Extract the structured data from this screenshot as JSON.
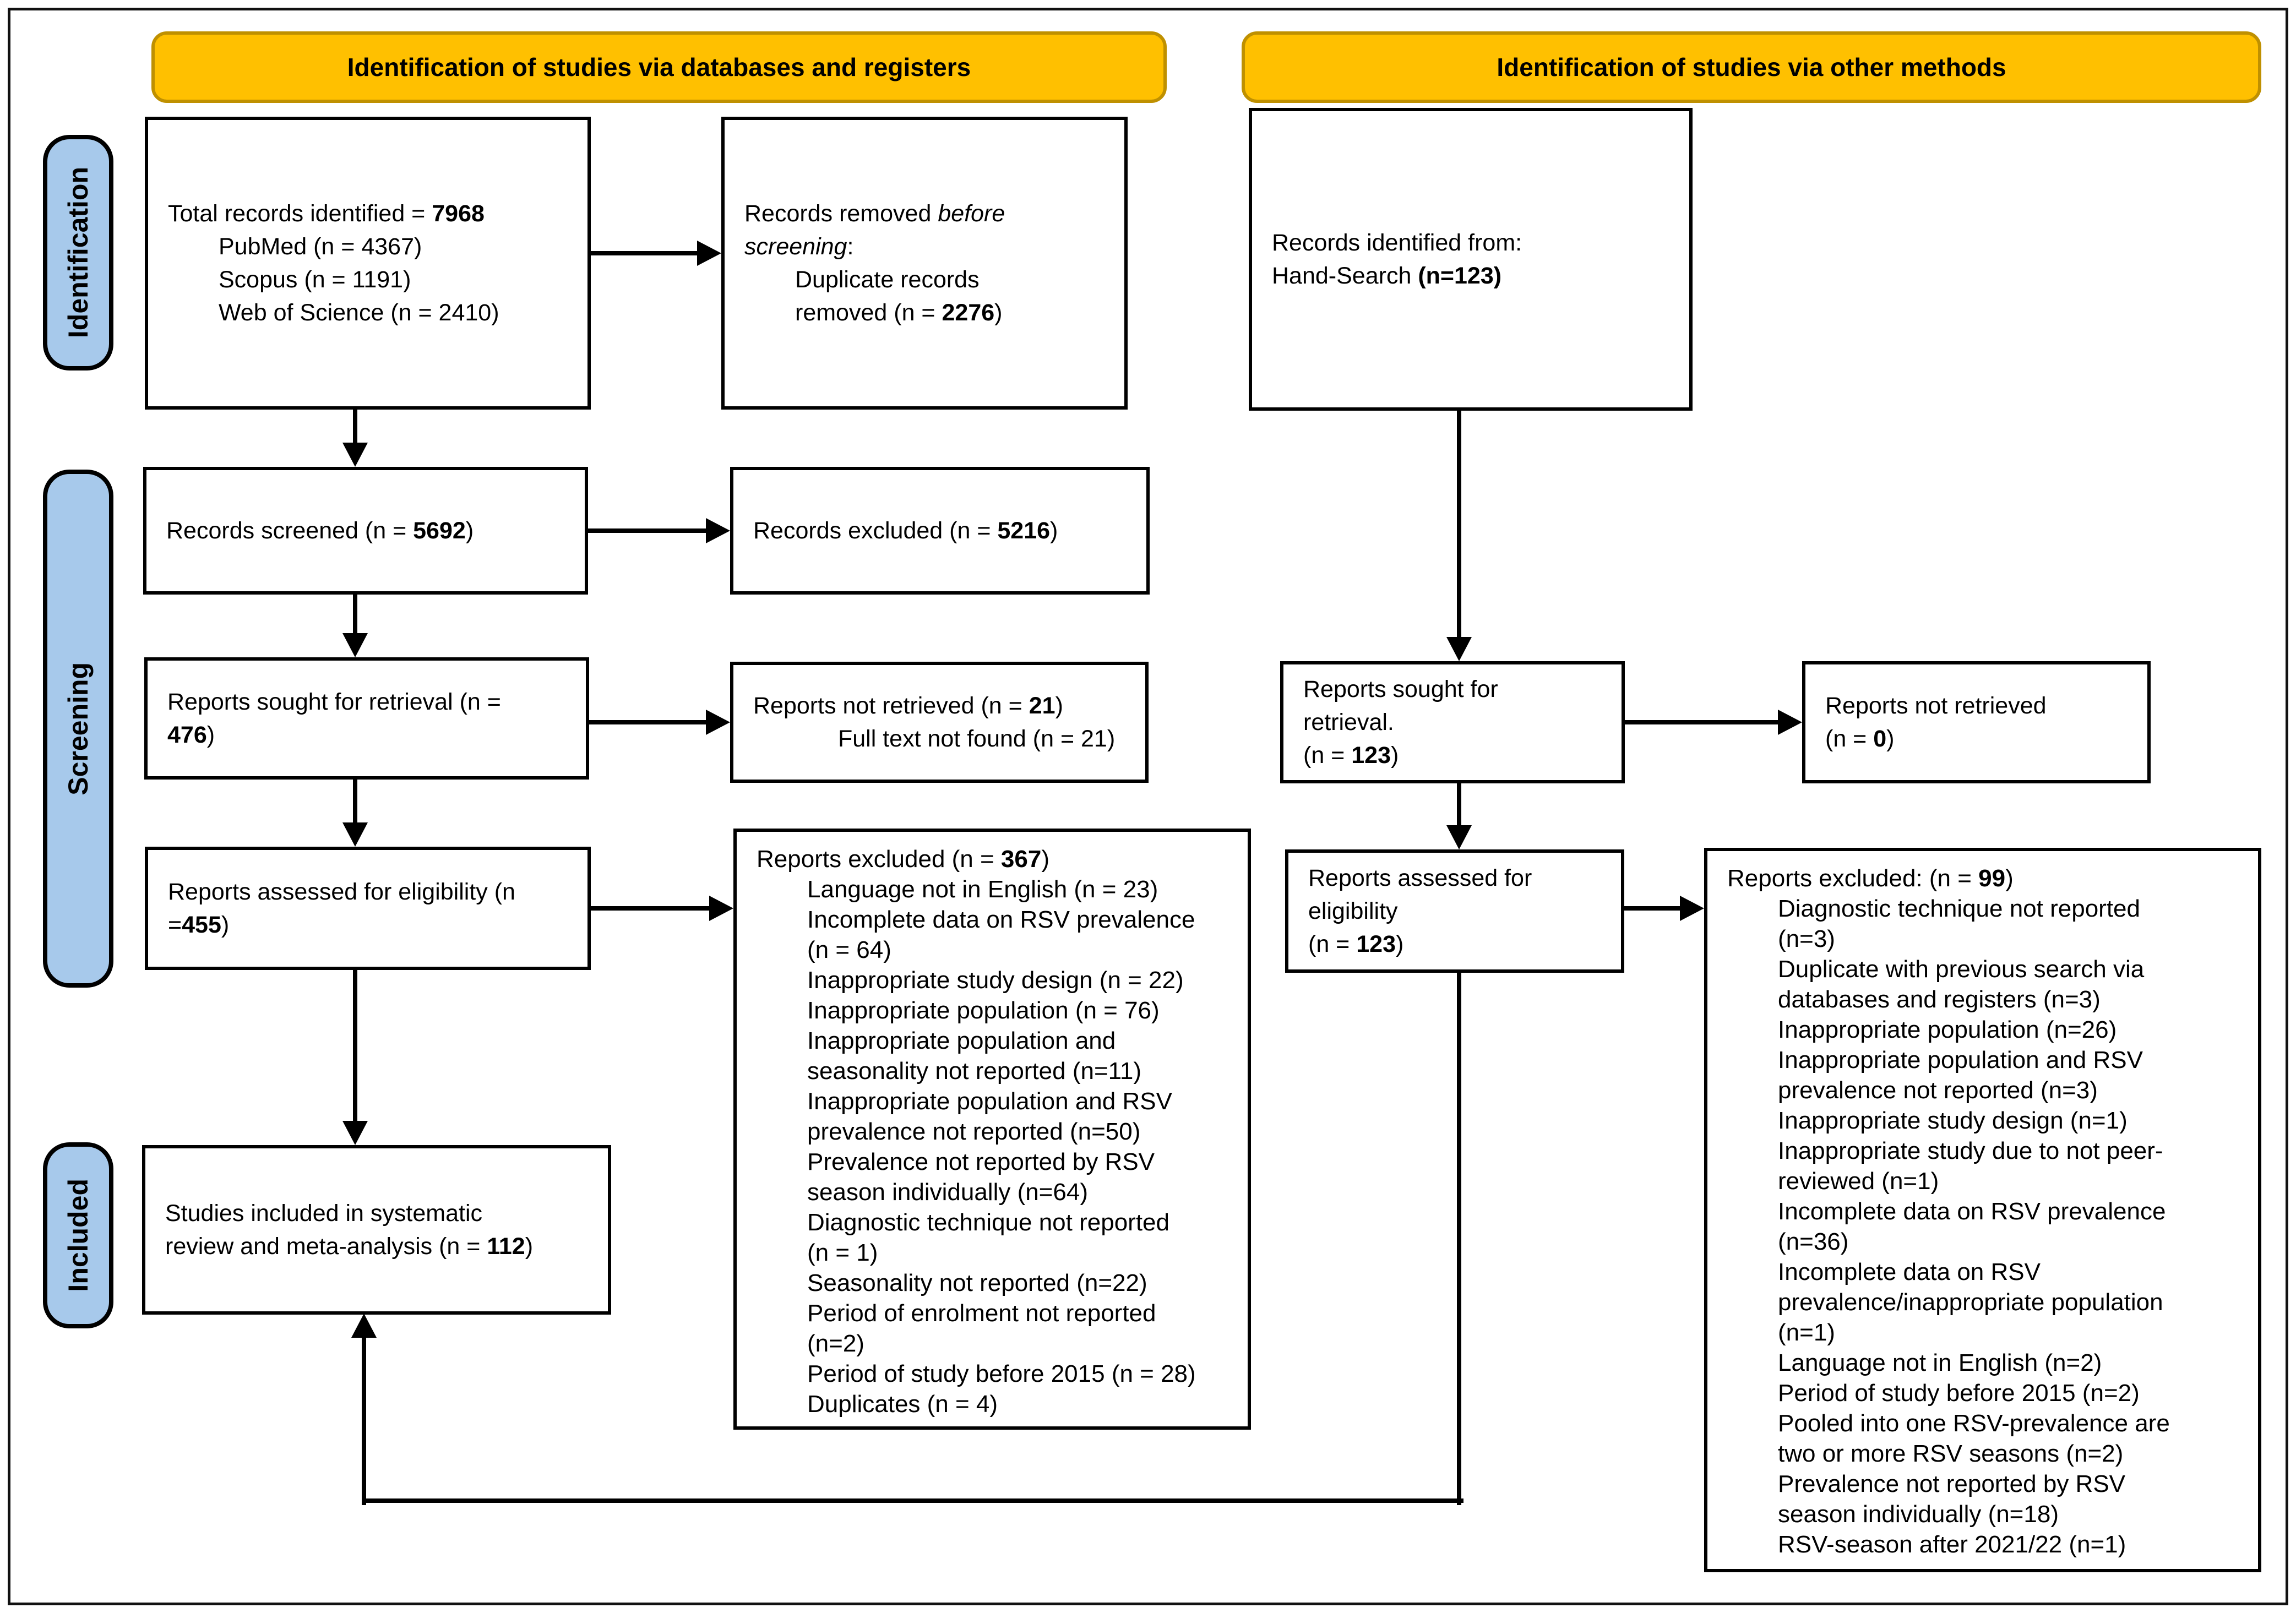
{
  "title": "PRISMA flow diagram",
  "colors": {
    "banner_fill": "#FFC000",
    "banner_border": "#BF9000",
    "stage_fill": "#A7C9EB",
    "box_border": "#000000",
    "arrow": "#000000"
  },
  "banners": [
    {
      "id": "databases",
      "label": "Identification of studies via databases and registers"
    },
    {
      "id": "other-methods",
      "label": "Identification of studies via other methods"
    }
  ],
  "stage_labels": [
    {
      "id": "identification",
      "label": "Identification"
    },
    {
      "id": "screening",
      "label": "Screening"
    },
    {
      "id": "included",
      "label": "Included"
    }
  ],
  "boxes": {
    "total_records": {
      "lines": [
        {
          "parts": [
            {
              "t": "Total records identified = "
            },
            {
              "t": "7968",
              "b": true
            }
          ]
        },
        {
          "ind": 1,
          "parts": [
            {
              "t": "PubMed (n = 4367)"
            }
          ]
        },
        {
          "ind": 1,
          "parts": [
            {
              "t": "Scopus (n = 1191)"
            }
          ]
        },
        {
          "ind": 1,
          "parts": [
            {
              "t": "Web of Science (n = 2410)"
            }
          ]
        }
      ]
    },
    "records_removed": {
      "lines": [
        {
          "parts": [
            {
              "t": "Records removed "
            },
            {
              "t": "before",
              "i": true
            }
          ]
        },
        {
          "parts": [
            {
              "t": "screening",
              "i": true
            },
            {
              "t": ":"
            }
          ]
        },
        {
          "ind": 1,
          "parts": [
            {
              "t": "Duplicate records"
            }
          ]
        },
        {
          "ind": 1,
          "parts": [
            {
              "t": "removed (n = "
            },
            {
              "t": "2276",
              "b": true
            },
            {
              "t": ")"
            }
          ]
        }
      ]
    },
    "records_identified_other": {
      "lines": [
        {
          "parts": [
            {
              "t": "Records identified from:"
            }
          ]
        },
        {
          "parts": [
            {
              "t": "Hand-Search "
            },
            {
              "t": "(n=123)",
              "b": true
            }
          ]
        }
      ]
    },
    "records_screened": {
      "lines": [
        {
          "parts": [
            {
              "t": "Records screened (n = "
            },
            {
              "t": "5692",
              "b": true
            },
            {
              "t": ")"
            }
          ]
        }
      ]
    },
    "records_excluded": {
      "lines": [
        {
          "parts": [
            {
              "t": "Records excluded (n = "
            },
            {
              "t": "5216",
              "b": true
            },
            {
              "t": ")"
            }
          ]
        }
      ]
    },
    "reports_sought_db": {
      "lines": [
        {
          "parts": [
            {
              "t": "Reports sought for retrieval (n ="
            }
          ]
        },
        {
          "parts": [
            {
              "t": "476",
              "b": true
            },
            {
              "t": ")"
            }
          ]
        }
      ]
    },
    "reports_not_retrieved_db": {
      "lines": [
        {
          "parts": [
            {
              "t": "Reports not retrieved (n = "
            },
            {
              "t": "21",
              "b": true
            },
            {
              "t": ")"
            }
          ]
        },
        {
          "ind": 2,
          "parts": [
            {
              "t": "Full text not found (n = 21)"
            }
          ]
        }
      ]
    },
    "reports_sought_other": {
      "lines": [
        {
          "parts": [
            {
              "t": "Reports sought for"
            }
          ]
        },
        {
          "parts": [
            {
              "t": "retrieval."
            }
          ]
        },
        {
          "parts": [
            {
              "t": "(n = "
            },
            {
              "t": "123",
              "b": true
            },
            {
              "t": ")"
            }
          ]
        }
      ]
    },
    "reports_not_retrieved_other": {
      "lines": [
        {
          "parts": [
            {
              "t": "Reports not retrieved"
            }
          ]
        },
        {
          "parts": [
            {
              "t": "(n = "
            },
            {
              "t": "0",
              "b": true
            },
            {
              "t": ")"
            }
          ]
        }
      ]
    },
    "reports_assessed_db": {
      "lines": [
        {
          "parts": [
            {
              "t": "Reports assessed for eligibility (n"
            }
          ]
        },
        {
          "parts": [
            {
              "t": "="
            },
            {
              "t": "455",
              "b": true
            },
            {
              "t": ")"
            }
          ]
        }
      ]
    },
    "reports_excluded_db": {
      "lines": [
        {
          "parts": [
            {
              "t": "Reports excluded (n = "
            },
            {
              "t": "367",
              "b": true
            },
            {
              "t": ")"
            }
          ]
        },
        {
          "ind": 1,
          "parts": [
            {
              "t": "Language not in English (n = 23)"
            }
          ]
        },
        {
          "ind": 1,
          "parts": [
            {
              "t": "Incomplete data on RSV prevalence"
            }
          ]
        },
        {
          "ind": 1,
          "parts": [
            {
              "t": "(n = 64)"
            }
          ]
        },
        {
          "ind": 1,
          "parts": [
            {
              "t": "Inappropriate study design (n = 22)"
            }
          ]
        },
        {
          "ind": 1,
          "parts": [
            {
              "t": "Inappropriate population (n = 76)"
            }
          ]
        },
        {
          "ind": 1,
          "parts": [
            {
              "t": "Inappropriate population and"
            }
          ]
        },
        {
          "ind": 1,
          "parts": [
            {
              "t": "seasonality not reported (n=11)"
            }
          ]
        },
        {
          "ind": 1,
          "parts": [
            {
              "t": "Inappropriate population and RSV"
            }
          ]
        },
        {
          "ind": 1,
          "parts": [
            {
              "t": "prevalence not reported (n=50)"
            }
          ]
        },
        {
          "ind": 1,
          "parts": [
            {
              "t": "Prevalence not reported by RSV"
            }
          ]
        },
        {
          "ind": 1,
          "parts": [
            {
              "t": "season individually (n=64)"
            }
          ]
        },
        {
          "ind": 1,
          "parts": [
            {
              "t": "Diagnostic technique not reported"
            }
          ]
        },
        {
          "ind": 1,
          "parts": [
            {
              "t": "(n = 1)"
            }
          ]
        },
        {
          "ind": 1,
          "parts": [
            {
              "t": "Seasonality not reported (n=22)"
            }
          ]
        },
        {
          "ind": 1,
          "parts": [
            {
              "t": "Period of enrolment not reported"
            }
          ]
        },
        {
          "ind": 1,
          "parts": [
            {
              "t": "(n=2)"
            }
          ]
        },
        {
          "ind": 1,
          "parts": [
            {
              "t": "Period of study before 2015 (n = 28)"
            }
          ]
        },
        {
          "ind": 1,
          "parts": [
            {
              "t": "Duplicates (n = 4)"
            }
          ]
        }
      ]
    },
    "reports_assessed_other": {
      "lines": [
        {
          "parts": [
            {
              "t": "Reports assessed for"
            }
          ]
        },
        {
          "parts": [
            {
              "t": "eligibility"
            }
          ]
        },
        {
          "parts": [
            {
              "t": "(n = "
            },
            {
              "t": "123",
              "b": true
            },
            {
              "t": ")"
            }
          ]
        }
      ]
    },
    "reports_excluded_other": {
      "lines": [
        {
          "parts": [
            {
              "t": "Reports excluded: (n = "
            },
            {
              "t": "99",
              "b": true
            },
            {
              "t": ")"
            }
          ]
        },
        {
          "ind": 1,
          "parts": [
            {
              "t": "Diagnostic technique not reported"
            }
          ]
        },
        {
          "ind": 1,
          "parts": [
            {
              "t": "(n=3)"
            }
          ]
        },
        {
          "ind": 1,
          "parts": [
            {
              "t": "Duplicate with previous search via"
            }
          ]
        },
        {
          "ind": 1,
          "parts": [
            {
              "t": "databases and registers (n=3)"
            }
          ]
        },
        {
          "ind": 1,
          "parts": [
            {
              "t": "Inappropriate population (n=26)"
            }
          ]
        },
        {
          "ind": 1,
          "parts": [
            {
              "t": "Inappropriate population and RSV"
            }
          ]
        },
        {
          "ind": 1,
          "parts": [
            {
              "t": "prevalence not reported (n=3)"
            }
          ]
        },
        {
          "ind": 1,
          "parts": [
            {
              "t": "Inappropriate study design (n=1)"
            }
          ]
        },
        {
          "ind": 1,
          "parts": [
            {
              "t": "Inappropriate study due to not peer-"
            }
          ]
        },
        {
          "ind": 1,
          "parts": [
            {
              "t": "reviewed (n=1)"
            }
          ]
        },
        {
          "ind": 1,
          "parts": [
            {
              "t": "Incomplete data on RSV prevalence"
            }
          ]
        },
        {
          "ind": 1,
          "parts": [
            {
              "t": "(n=36)"
            }
          ]
        },
        {
          "ind": 1,
          "parts": [
            {
              "t": "Incomplete data on RSV"
            }
          ]
        },
        {
          "ind": 1,
          "parts": [
            {
              "t": "prevalence/inappropriate population"
            }
          ]
        },
        {
          "ind": 1,
          "parts": [
            {
              "t": "(n=1)"
            }
          ]
        },
        {
          "ind": 1,
          "parts": [
            {
              "t": "Language not in English (n=2)"
            }
          ]
        },
        {
          "ind": 1,
          "parts": [
            {
              "t": "Period of study before 2015 (n=2)"
            }
          ]
        },
        {
          "ind": 1,
          "parts": [
            {
              "t": "Pooled into one RSV-prevalence are"
            }
          ]
        },
        {
          "ind": 1,
          "parts": [
            {
              "t": "two or more RSV seasons (n=2)"
            }
          ]
        },
        {
          "ind": 1,
          "parts": [
            {
              "t": "Prevalence not reported by RSV"
            }
          ]
        },
        {
          "ind": 1,
          "parts": [
            {
              "t": "season individually (n=18)"
            }
          ]
        },
        {
          "ind": 1,
          "parts": [
            {
              "t": "RSV-season after 2021/22 (n=1)"
            }
          ]
        }
      ]
    },
    "studies_included": {
      "lines": [
        {
          "parts": [
            {
              "t": "Studies included in systematic"
            }
          ]
        },
        {
          "parts": [
            {
              "t": "review and meta-analysis (n = "
            },
            {
              "t": "112",
              "b": true
            },
            {
              "t": ")"
            }
          ]
        }
      ]
    }
  }
}
